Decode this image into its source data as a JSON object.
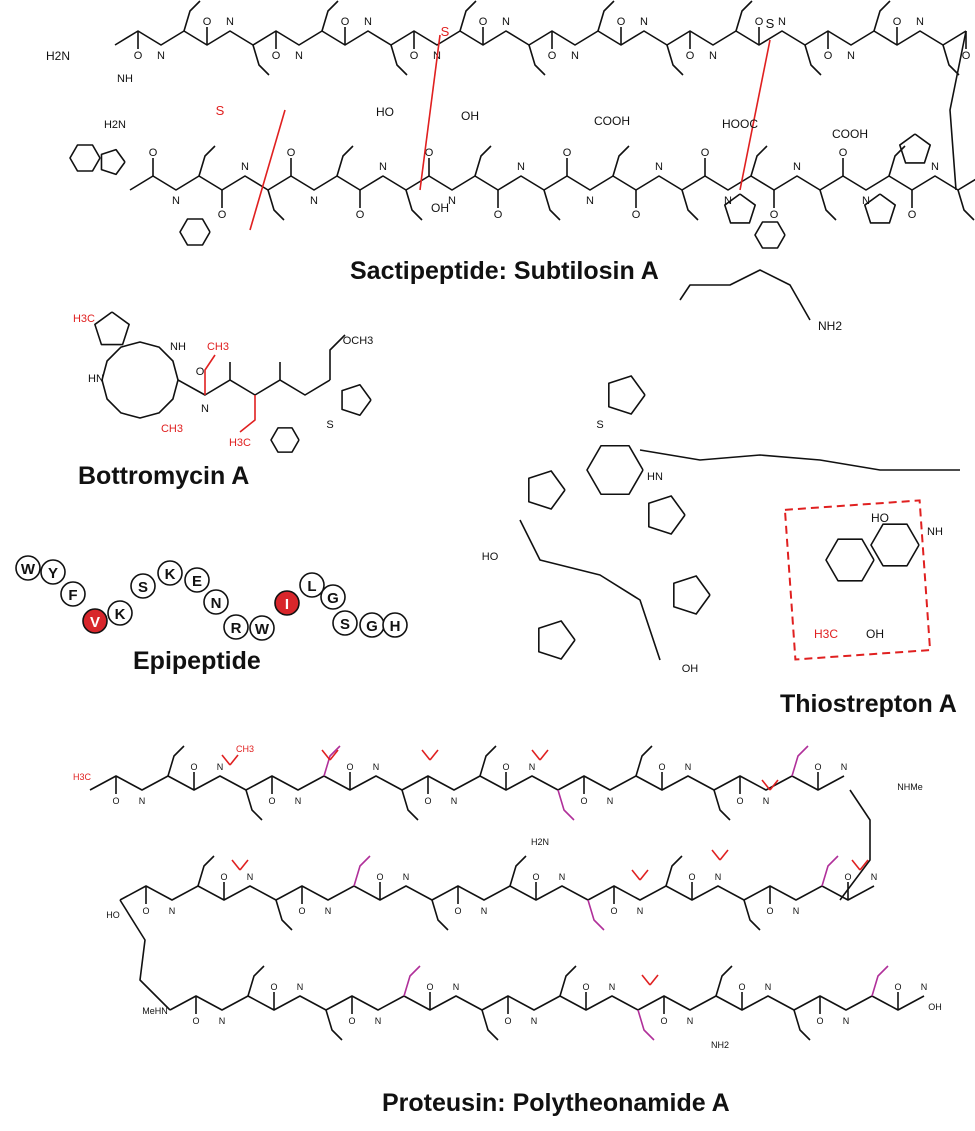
{
  "colors": {
    "bond": "#111111",
    "highlight": "#e02020",
    "pink": "#b0309a",
    "residue_fill": "#ffffff",
    "residue_highlight": "#d8262b"
  },
  "captions": {
    "subtilosin": "Sactipeptide: Subtilosin A",
    "bottromycin": "Bottromycin A",
    "epipeptide": "Epipeptide",
    "thiostrepton": "Thiostrepton A",
    "polytheonamide": "Proteusin: Polytheonamide A"
  },
  "subtilosin_labels": [
    "H2N",
    "O",
    "NH",
    "H2N",
    "NH",
    "O",
    "NH",
    "S",
    "S",
    "S",
    "COOH",
    "HOOC",
    "COOH",
    "OH",
    "HO",
    "OH"
  ],
  "bottromycin_labels": [
    "H3C",
    "CH3",
    "OCH3",
    "HN",
    "NH",
    "N",
    "O",
    "S",
    "CH3",
    "H3C"
  ],
  "thiostrepton_labels": [
    "NH2",
    "S",
    "N",
    "HN",
    "HO",
    "OH",
    "H3C",
    "NH",
    "O"
  ],
  "polytheonamide_labels": [
    "H3C",
    "CH3",
    "NHMe",
    "H2N",
    "OH",
    "HO",
    "MeHN",
    "NH2"
  ],
  "epipeptide": {
    "residues": [
      {
        "letter": "W",
        "highlight": false
      },
      {
        "letter": "Y",
        "highlight": false
      },
      {
        "letter": "F",
        "highlight": false
      },
      {
        "letter": "V",
        "highlight": true
      },
      {
        "letter": "K",
        "highlight": false
      },
      {
        "letter": "S",
        "highlight": false
      },
      {
        "letter": "K",
        "highlight": false
      },
      {
        "letter": "E",
        "highlight": false
      },
      {
        "letter": "N",
        "highlight": false
      },
      {
        "letter": "R",
        "highlight": false
      },
      {
        "letter": "W",
        "highlight": false
      },
      {
        "letter": "I",
        "highlight": true
      },
      {
        "letter": "L",
        "highlight": false
      },
      {
        "letter": "G",
        "highlight": false
      },
      {
        "letter": "S",
        "highlight": false
      },
      {
        "letter": "G",
        "highlight": false
      },
      {
        "letter": "H",
        "highlight": false
      }
    ]
  }
}
